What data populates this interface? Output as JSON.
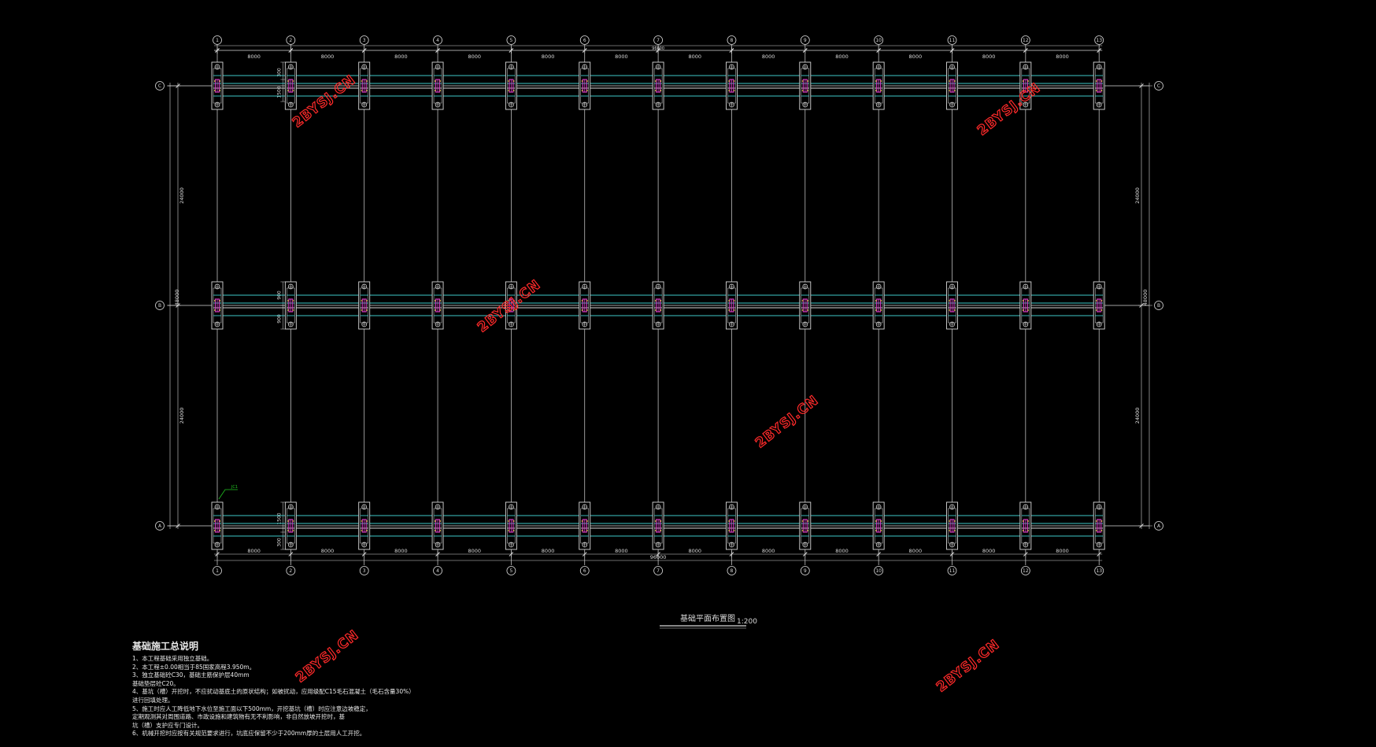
{
  "axes": {
    "columns": [
      "1",
      "2",
      "3",
      "4",
      "5",
      "6",
      "7",
      "8",
      "9",
      "10",
      "11",
      "12",
      "13"
    ],
    "rows_top_to_bottom": [
      "C",
      "B",
      "A"
    ]
  },
  "dimensions": {
    "bays": [
      "8000",
      "8000",
      "8000",
      "8000",
      "8000",
      "8000",
      "8000",
      "8000",
      "8000",
      "8000",
      "8000",
      "8000"
    ],
    "bays_bottom": [
      "8000",
      "8000",
      "8000",
      "8000",
      "8000",
      "8000",
      "8000",
      "8000",
      "8000",
      "8000",
      "8000",
      "8000"
    ],
    "top_total": "96000",
    "bottom_total": "96000",
    "left_spans": [
      "24000",
      "24000"
    ],
    "left_total": "48000",
    "right_spans": [
      "24000",
      "24000"
    ],
    "right_total": "48000",
    "col2_top": [
      "300",
      "1500"
    ],
    "col2_mid": [
      "900",
      "900"
    ],
    "col2_bot": [
      "1500",
      "300"
    ],
    "a1_tag": "JC1"
  },
  "title": {
    "name": "基础平面布置图",
    "scale": "1:200"
  },
  "notes": {
    "title": "基础施工总说明",
    "lines": [
      "1、本工程基础采用独立基础。",
      "2、本工程±0.00相当于85国家高程3.950m。",
      "3、独立基础砼C30，基础主筋保护层40mm",
      "    基础垫层砼C20。",
      "4、基坑（槽）开挖时，不应扰动基底土的原状结构；如被扰动，应用级配C15毛石混凝土（毛石含量30%）",
      "    进行回填处理。",
      "5、施工时应人工降低地下水位至施工面以下500mm，开挖基坑（槽）时应注意边坡稳定，",
      "    定期观测其对周围道路、市政设施和建筑物有无不利影响，非自然放坡开挖时，基",
      "    坑（槽）支护应专门设计。",
      "6、机械开挖时应按有关规范要求进行，坑底应保留不少于200mm厚的土层用人工开挖。"
    ]
  },
  "watermark": "2BYSJ.CN",
  "colors": {
    "background": "#000000",
    "lines": "#d8d8d8",
    "tie_beam": "#3ec9c9",
    "column": "#d23cc0",
    "anchor": "#e6d23a",
    "watermark": "#ff2a2a",
    "tag": "#21c321"
  }
}
